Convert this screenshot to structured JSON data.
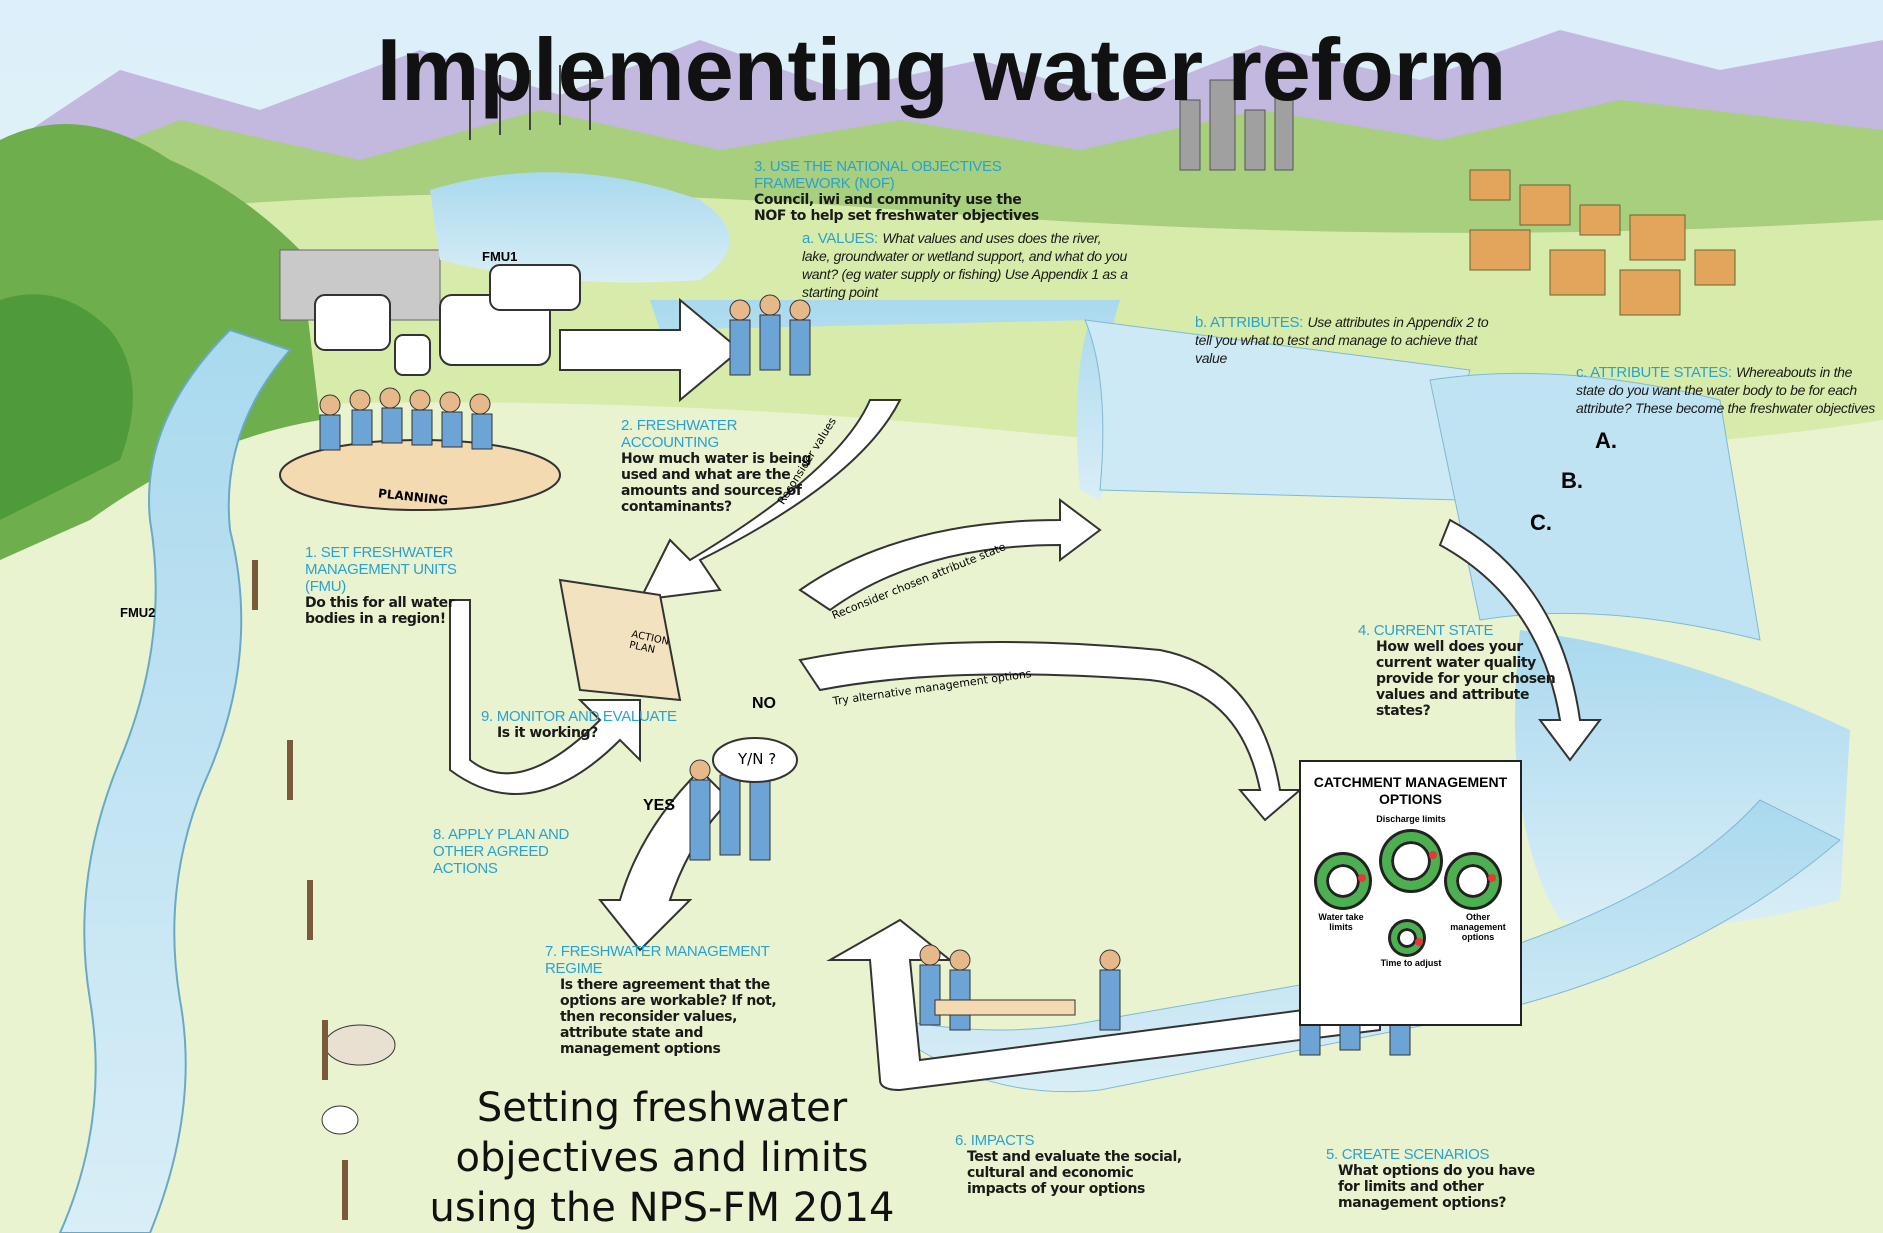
{
  "title": "Implementing water reform",
  "fmu_labels": {
    "fmu1": "FMU1",
    "fmu2": "FMU2"
  },
  "planning_label": "PLANNING",
  "step1": {
    "heading": "1. SET FRESHWATER MANAGEMENT UNITS (FMU)",
    "body": "Do this for all water bodies in a region!"
  },
  "step2": {
    "heading": "2. FRESHWATER ACCOUNTING",
    "body": "How much water is being used and what are the amounts and sources of contaminants?"
  },
  "step3": {
    "heading": "3. USE THE NATIONAL OBJECTIVES FRAMEWORK (NOF)",
    "body": "Council, iwi and community use the NOF to help set freshwater objectives"
  },
  "step3a": {
    "heading": "a. VALUES:",
    "body": "What values and uses does the river, lake, groundwater or wetland support, and what do you want? (eg water supply or fishing) Use Appendix 1 as a starting point"
  },
  "step3b": {
    "heading": "b. ATTRIBUTES:",
    "body": "Use attributes in Appendix 2 to tell you what to test and manage to achieve that value"
  },
  "step3c": {
    "heading": "c. ATTRIBUTE STATES:",
    "body": "Whereabouts in the state do you want the water body to be for each attribute? These become the freshwater objectives"
  },
  "states": [
    "A.",
    "B.",
    "C."
  ],
  "step4": {
    "heading": "4. CURRENT STATE",
    "body": "How well does your current water quality provide for your chosen values and attribute states?"
  },
  "step5": {
    "heading": "5. CREATE SCENARIOS",
    "body": "What options do you have for limits and other management options?"
  },
  "step6": {
    "heading": "6. IMPACTS",
    "body": "Test and evaluate the social, cultural and economic impacts of your options"
  },
  "step7": {
    "heading": "7. FRESHWATER MANAGEMENT REGIME",
    "body": "Is there agreement that the options are workable? If not, then reconsider values, attribute state and management options"
  },
  "step8": {
    "heading": "8. APPLY PLAN AND OTHER AGREED ACTIONS"
  },
  "step9": {
    "heading": "9. MONITOR AND EVALUATE",
    "body": "Is it working?"
  },
  "arrows": {
    "reconsider_values": "Reconsider values",
    "reconsider_state": "Reconsider chosen attribute state",
    "try_alternative": "Try alternative management options",
    "no": "NO",
    "yes": "YES",
    "yn": "Y/N ?"
  },
  "action_plan": "ACTION PLAN",
  "catchment_panel": {
    "title": "CATCHMENT MANAGEMENT OPTIONS",
    "discharge": "Discharge limits",
    "water_take": "Water take limits",
    "other": "Other management options",
    "time": "Time to adjust"
  },
  "caption": "Setting freshwater objectives and limits using the NPS-FM 2014",
  "colors": {
    "heading_blue": "#2aa2cf",
    "water": "#bfe3f2",
    "grass": "#cfe6a0",
    "ring_green": "#4caf50"
  }
}
